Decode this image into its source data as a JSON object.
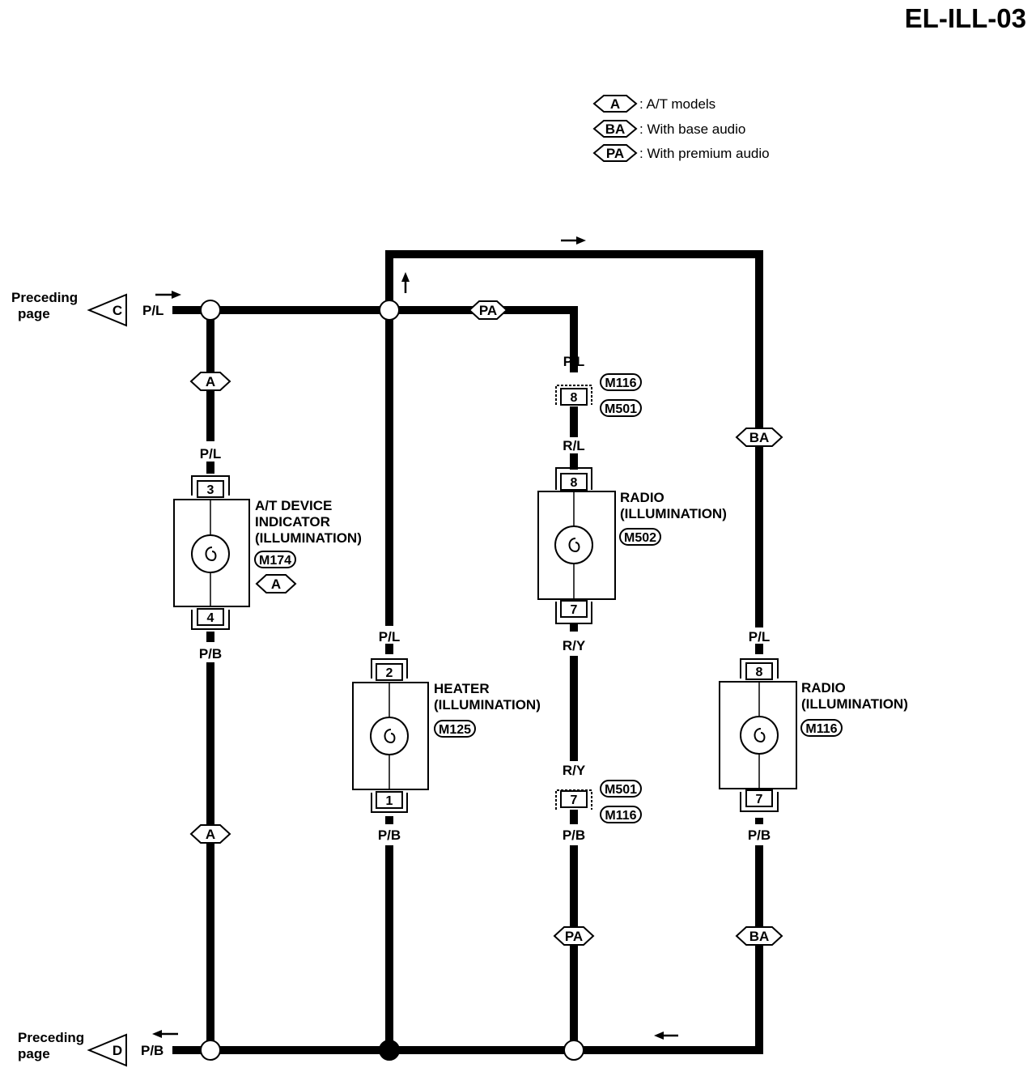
{
  "page_id": "EL-ILL-03",
  "legend": [
    {
      "code": "A",
      "text": ": A/T models"
    },
    {
      "code": "BA",
      "text": ": With base audio"
    },
    {
      "code": "PA",
      "text": ": With premium audio"
    }
  ],
  "connectors_offpage": [
    {
      "letter": "C",
      "label": "Preceding page",
      "line1": "Preceding",
      "line2": "page",
      "wire": "P/L"
    },
    {
      "letter": "D",
      "label": "Preceding page",
      "line1": "Preceding",
      "line2": "page",
      "wire": "P/B"
    }
  ],
  "components": {
    "at_device": {
      "name_lines": [
        "A/T DEVICE",
        "INDICATOR",
        "(ILLUMINATION)"
      ],
      "connector": "M174",
      "option": "A",
      "pin_top": "3",
      "pin_bottom": "4",
      "wire_top": "P/L",
      "wire_bottom": "P/B"
    },
    "heater": {
      "name_lines": [
        "HEATER",
        "(ILLUMINATION)"
      ],
      "connector": "M125",
      "pin_top": "2",
      "pin_bottom": "1",
      "wire_top": "P/L",
      "wire_bottom": "P/B"
    },
    "radio_premium": {
      "name_lines": [
        "RADIO",
        "(ILLUMINATION)"
      ],
      "connector": "M502",
      "pin_top": "8",
      "pin_bottom": "7",
      "wire_top": "R/L",
      "wire_bottom": "R/Y"
    },
    "radio_base": {
      "name_lines": [
        "RADIO",
        "(ILLUMINATION)"
      ],
      "connector": "M116",
      "pin_top": "8",
      "pin_bottom": "7",
      "wire_top": "P/L",
      "wire_bottom": "P/B"
    }
  },
  "joint_connectors": {
    "upper": {
      "pin": "8",
      "codes": [
        "M116",
        "M501"
      ],
      "wire_above": "P/L"
    },
    "lower": {
      "pin": "7",
      "codes": [
        "M501",
        "M116"
      ],
      "wire_above": "R/Y",
      "wire_below": "P/B"
    }
  },
  "option_tags": {
    "a_upper": "A",
    "a_lower": "A",
    "pa_top": "PA",
    "pa_lower": "PA",
    "ba_upper": "BA",
    "ba_lower": "BA"
  }
}
